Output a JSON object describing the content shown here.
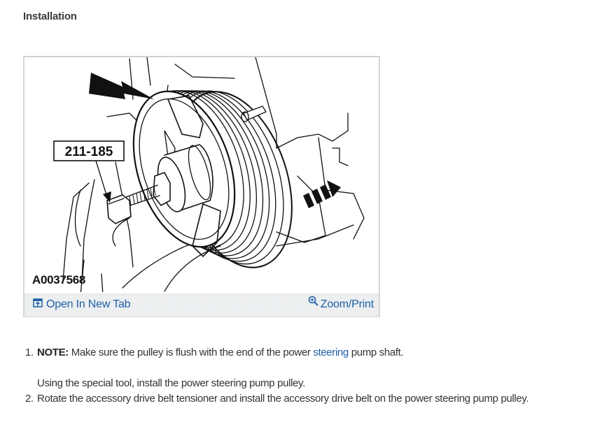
{
  "section": {
    "title": "Installation"
  },
  "figure": {
    "id": "A0037568",
    "callout_label": "211-185",
    "alt_description": "Line-art illustration of special tool 211-185 installing the power steering pump pulley, with arrows indicating press direction",
    "footer": {
      "open_new_tab_label": "Open In New Tab",
      "open_new_tab_icon": "open-new-tab-icon",
      "zoom_print_label": "Zoom/Print",
      "zoom_print_icon": "zoom-in-magnifier-icon"
    }
  },
  "steps": [
    {
      "number": "1.",
      "note_label": "NOTE:",
      "note_text_before_link": " Make sure the pulley is flush with the end of the power ",
      "note_link": "steering",
      "note_text_after_link": " pump shaft.",
      "instruction": "Using the special tool, install the power steering pump pulley."
    },
    {
      "number": "2.",
      "text": "Rotate the accessory drive belt tensioner and install the accessory drive belt on the power steering pump pulley."
    }
  ],
  "colors": {
    "link": "#1f5fa8",
    "text": "#333333",
    "frame_border": "#d4d8d6",
    "footer_bg": "#eef0f1"
  }
}
